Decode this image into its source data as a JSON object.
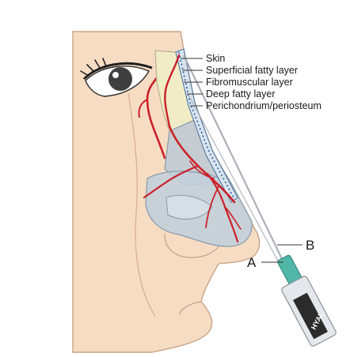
{
  "figure": {
    "layer_labels": [
      "Skin",
      "Superficial fatty layer",
      "Fibromuscular layer",
      "Deep fatty layer",
      "Perichondrium/periosteum"
    ],
    "pointer_a": "A",
    "pointer_b": "B",
    "syringe_text": "HYAL",
    "colors": {
      "skin": "#f7dcc4",
      "skin_outline": "#c9a487",
      "bone": "#f0ecc6",
      "cartilage": "#bccad6",
      "vessel": "#cc2028",
      "eye_iris": "#3f3f3f",
      "needle": "#a9b0b8",
      "hub": "#4fb6a8"
    }
  }
}
